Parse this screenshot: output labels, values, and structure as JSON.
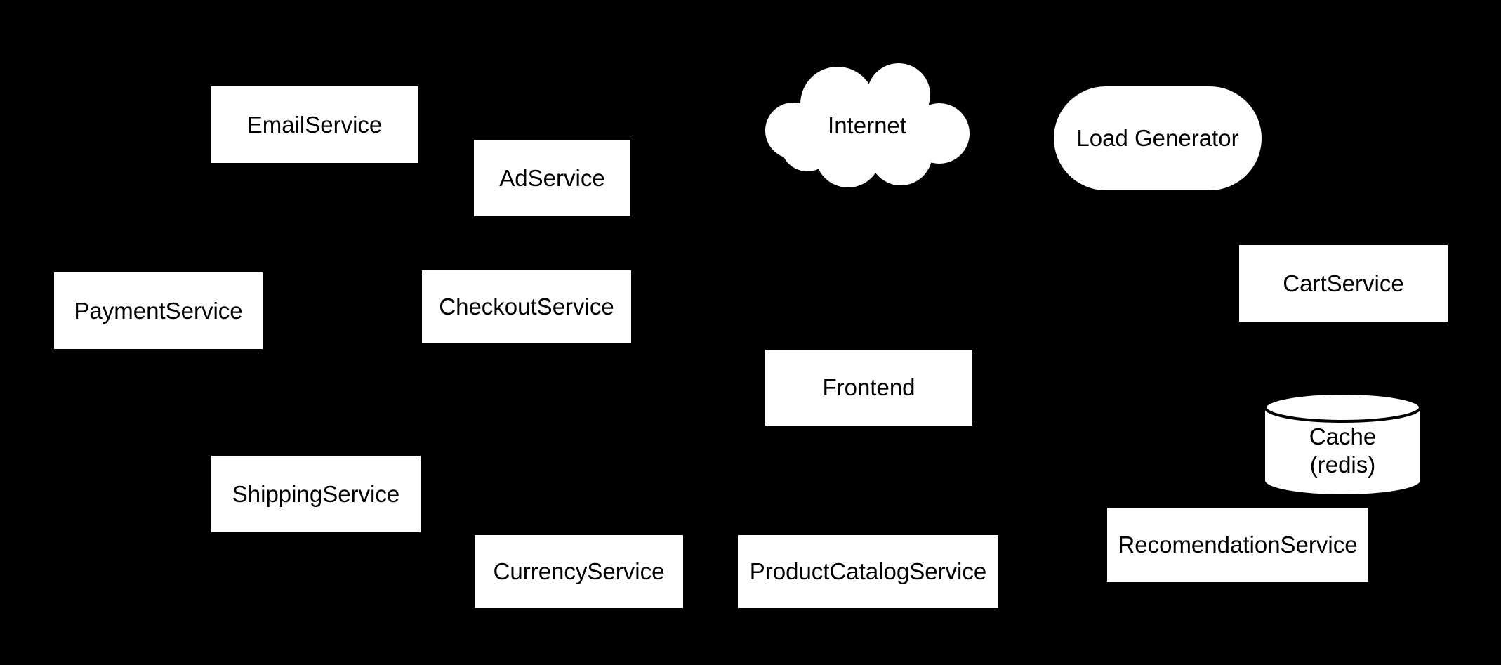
{
  "diagram": {
    "description": "Microservices architecture diagram on black background",
    "colors": {
      "background": "#000000",
      "node_fill": "#ffffff",
      "node_text": "#000000",
      "cylinder_rim_stroke": "#000000"
    },
    "nodes": {
      "email": {
        "label": "EmailService",
        "shape": "rectangle"
      },
      "ad": {
        "label": "AdService",
        "shape": "rectangle"
      },
      "internet": {
        "label": "Internet",
        "shape": "cloud"
      },
      "load_generator": {
        "label": "Load Generator",
        "shape": "stadium"
      },
      "payment": {
        "label": "PaymentService",
        "shape": "rectangle"
      },
      "checkout": {
        "label": "CheckoutService",
        "shape": "rectangle"
      },
      "cart": {
        "label": "CartService",
        "shape": "rectangle"
      },
      "frontend": {
        "label": "Frontend",
        "shape": "rectangle"
      },
      "shipping": {
        "label": "ShippingService",
        "shape": "rectangle"
      },
      "cache": {
        "label": "Cache (redis)",
        "line1": "Cache",
        "line2": "(redis)",
        "shape": "cylinder"
      },
      "currency": {
        "label": "CurrencyService",
        "shape": "rectangle"
      },
      "product_catalog": {
        "label": "ProductCatalogService",
        "shape": "rectangle"
      },
      "recommendation": {
        "label": "RecomendationService",
        "shape": "rectangle"
      }
    }
  }
}
